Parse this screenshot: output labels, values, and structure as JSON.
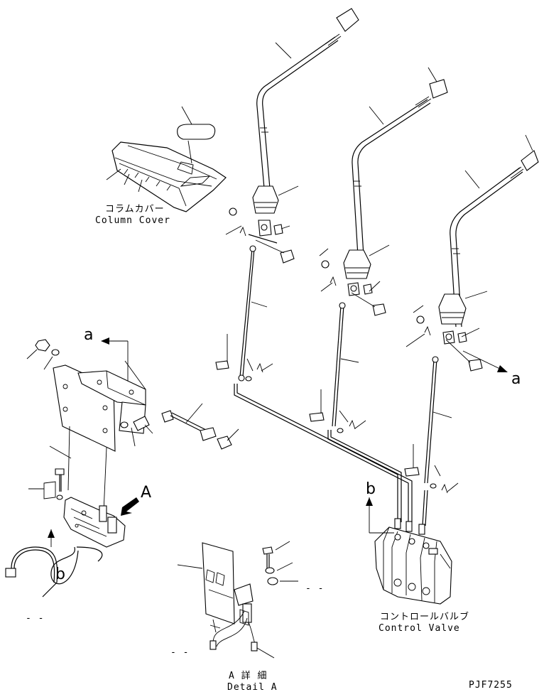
{
  "labels": {
    "column_cover_jp": "コラムカバー",
    "column_cover_en": "Column Cover",
    "control_valve_jp": "コントロールバルブ",
    "control_valve_en": "Control Valve",
    "detail_jp": "A 詳 細",
    "detail_en": "Detail A",
    "drawing_code": "PJF7255"
  },
  "callouts": {
    "a_upper": "a",
    "a_right": "a",
    "b_left": "b",
    "b_right": "b",
    "A_arrow": "A"
  },
  "dash_marks": {
    "left_bottom": "- -",
    "detail_bottom": "- -",
    "detail_right": "- -"
  }
}
